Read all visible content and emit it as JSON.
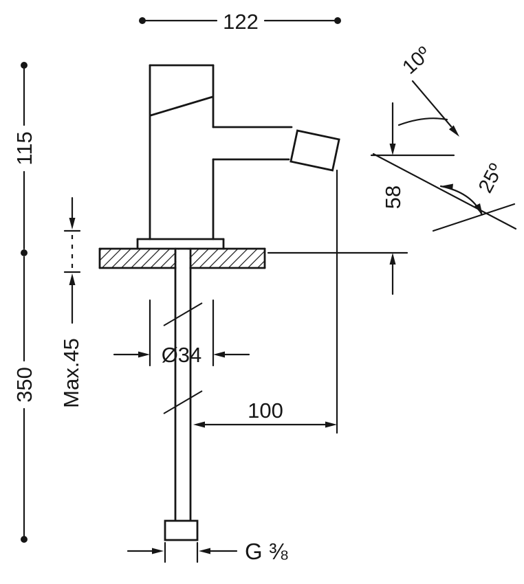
{
  "drawing": {
    "labels": {
      "width_top": "122",
      "height_upper": "115",
      "height_lower": "350",
      "max_thickness": "Max.45",
      "diameter": "Ø34",
      "reach": "100",
      "outlet_height": "58",
      "angle_small": "10º",
      "angle_large": "25º",
      "thread": "G ⅜"
    }
  }
}
